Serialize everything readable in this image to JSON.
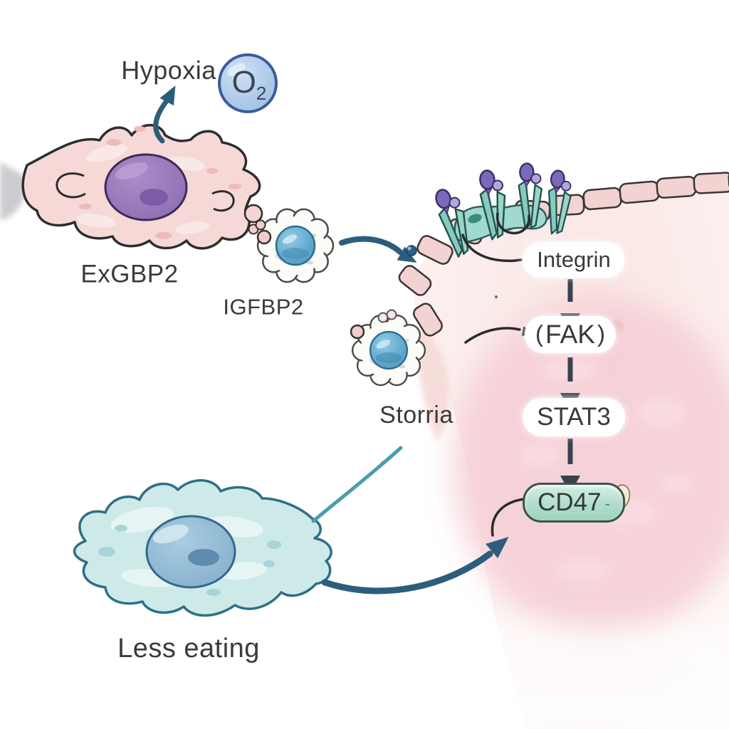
{
  "diagram": {
    "hypoxia_label": "Hypoxia",
    "oxygen_symbol": "O",
    "oxygen_subscript": "2",
    "source_cell_label": "ExGBP2",
    "exosome_label": "IGFBP2",
    "second_exosome_label": "Storria",
    "macrophage_label": "Less eating",
    "pathway": {
      "receptor_label": "Integrin",
      "kinase_label": "FAK",
      "kinase_bracket_left": "(",
      "kinase_bracket_right": ")",
      "tf_label": "STAT3",
      "target_label": "CD47",
      "target_dash": "-"
    }
  },
  "colors": {
    "arrow_blue": "#2c5d7c",
    "arrow_black": "#2b2b2b",
    "arrow_slate": "#3a4150",
    "oxygen_fill": "#abc8e8",
    "oxygen_border": "#3a5c9c",
    "tumor_cell_fill": "#f6d9d7",
    "tumor_nucleus_purple": "#9c7abc",
    "exosome_core_blue": "#5ea7cb",
    "membrane_fill": "#f2d3d1",
    "integrin_stalk_teal": "#86cbbf",
    "integrin_head_purple": "#7b68b6",
    "macrophage_fill": "#cdeae9",
    "cd47_fill": "#b2ddcd",
    "text": "#3a3a3a"
  }
}
